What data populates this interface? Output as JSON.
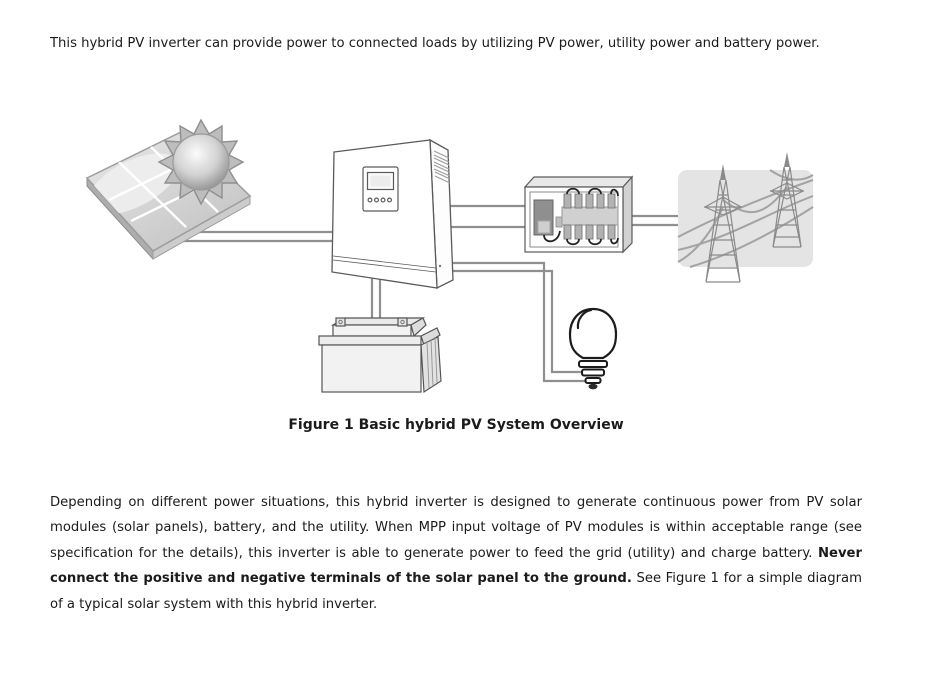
{
  "document": {
    "intro_paragraph": "This hybrid PV inverter can provide power to connected loads by utilizing PV power, utility power and battery power.",
    "figure_caption": "Figure 1 Basic hybrid PV System Overview",
    "body_paragraph": {
      "part1": "Depending on different power situations, this hybrid inverter is designed to generate continuous power from PV solar modules (solar panels), battery, and the utility. When MPP input voltage of PV modules is within acceptable range (see specification for the details), this inverter is able to generate power to feed the grid (utility) and charge battery. ",
      "bold_warning": "Never connect the positive and negative terminals of the solar panel to the ground.",
      "part2": " See Figure 1 for a simple diagram of a typical solar system with this hybrid inverter."
    }
  },
  "diagram": {
    "figure_number": "Figure 1",
    "components": [
      {
        "name": "sun-icon"
      },
      {
        "name": "solar-panel-icon"
      },
      {
        "name": "hybrid-inverter-icon"
      },
      {
        "name": "breaker-box-icon"
      },
      {
        "name": "utility-grid-towers-icon"
      },
      {
        "name": "battery-icon"
      },
      {
        "name": "light-bulb-load-icon"
      }
    ],
    "colors": {
      "wire": "#8f8f8f",
      "outline": "#555555",
      "bulb_outline": "#1c1c1c",
      "panel_fill": "#d6d6d6",
      "utility_fill": "#e4e4e4",
      "text": "#1b1b1b"
    }
  }
}
